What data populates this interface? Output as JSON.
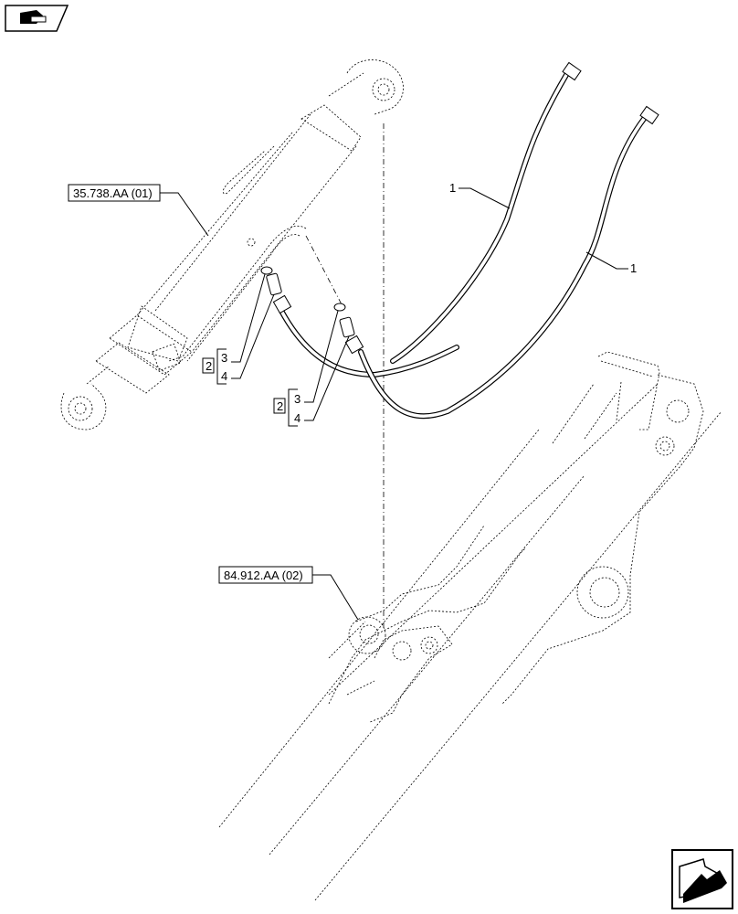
{
  "references": {
    "cylinder": "35.738.AA (01)",
    "boom": "84.912.AA (02)"
  },
  "callouts": {
    "hose_top": "1",
    "hose_right": "1",
    "group_left": {
      "box": "2",
      "upper": "3",
      "lower": "4"
    },
    "group_right": {
      "box": "2",
      "upper": "3",
      "lower": "4"
    }
  },
  "icons": {
    "top_left": "book-reference-icon",
    "bottom_right": "navigation-arrow-icon"
  }
}
